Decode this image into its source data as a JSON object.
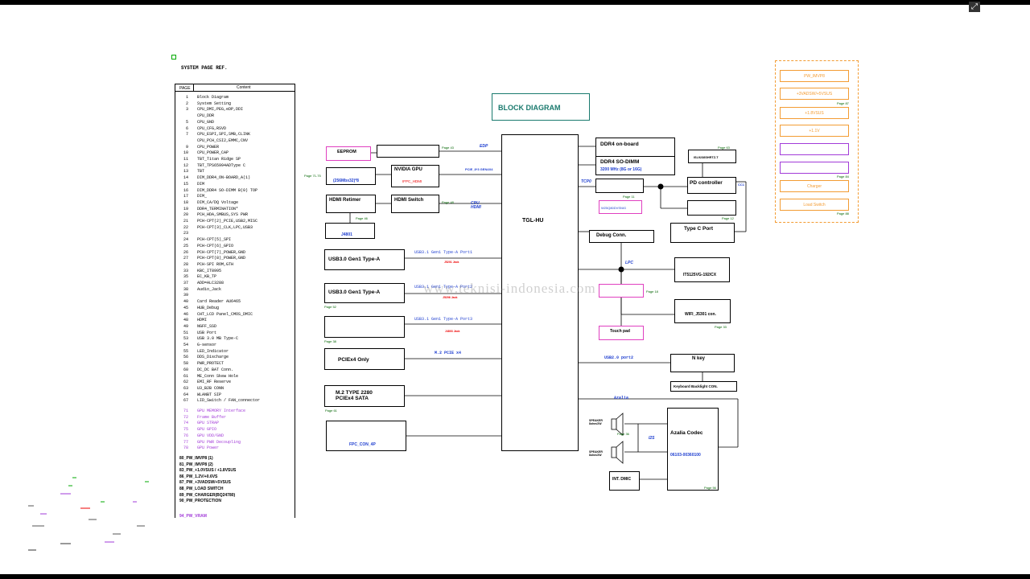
{
  "viewer": {
    "expand_icon": "expand-icon"
  },
  "index": {
    "title": "SYSTEM PAGE REF.",
    "col_page": "PAGE",
    "col_content": "Content",
    "rows": [
      {
        "n": "1",
        "t": "Block Diagram"
      },
      {
        "n": "2",
        "t": "System Setting"
      },
      {
        "n": "3",
        "t": "CPU_DMI,PEG,eDP,DDI"
      },
      {
        "n": "",
        "t": "CPU_DDR"
      },
      {
        "n": "5",
        "t": "CPU_GND"
      },
      {
        "n": "6",
        "t": "CPU_CFG,RSVD"
      },
      {
        "n": "7",
        "t": "CPU_ESPI,SPI,SMB,CLINK"
      },
      {
        "n": "",
        "t": "CPU_PCH_CSI2,EMMC,CNV"
      },
      {
        "n": "9",
        "t": "CPU_POWER"
      },
      {
        "n": "10",
        "t": "CPU_POWER_CAP"
      },
      {
        "n": "11",
        "t": "TBT_Titan Ridge SP"
      },
      {
        "n": "12",
        "t": "TBT_TPS65994ADType C"
      },
      {
        "n": "13",
        "t": "TBT"
      },
      {
        "n": "14",
        "t": "DIM_DDR4_ON-BOARD_A(1)"
      },
      {
        "n": "15",
        "t": "DIM"
      },
      {
        "n": "16",
        "t": "DIM_DDR4 SO-DIMM B(0) TOP"
      },
      {
        "n": "17",
        "t": "DIM_"
      },
      {
        "n": "18",
        "t": "DIM_CA/DQ Voltage"
      },
      {
        "n": "19",
        "t": "DDR4_TERMINATION*"
      },
      {
        "n": "20",
        "t": "PCH_HDA,SMBUS,SYS PWR"
      },
      {
        "n": "21",
        "t": "PCH-CPT(2)_PCIE,USB2,MISC"
      },
      {
        "n": "22",
        "t": "PCH-CPT(3)_CLK,LPC,USB3"
      },
      {
        "n": "23",
        "t": ""
      },
      {
        "n": "24",
        "t": "PCH-CPT(5)_SPI"
      },
      {
        "n": "25",
        "t": "PCH-CPT(6)_GPIO"
      },
      {
        "n": "26",
        "t": "PCH-CPT(7)_POWER,GND"
      },
      {
        "n": "27",
        "t": "PCH-CPT(8)_POWER,GND"
      },
      {
        "n": "28",
        "t": "PCH-SPI ROM,GTH"
      },
      {
        "n": "33",
        "t": "KBC_IT8995"
      },
      {
        "n": "35",
        "t": "EC_KB_TP"
      },
      {
        "n": "37",
        "t": "ADD=ALC3288"
      },
      {
        "n": "38",
        "t": "Audio_Jack"
      },
      {
        "n": "39",
        "t": ""
      },
      {
        "n": "40",
        "t": "Card Reader AU6465"
      },
      {
        "n": "45",
        "t": "HUB_Debug"
      },
      {
        "n": "46",
        "t": "CHT_LCD Panel_CMOS_DMIC"
      },
      {
        "n": "48",
        "t": "HDMI"
      },
      {
        "n": "49",
        "t": "NGFF_SSD"
      },
      {
        "n": "51",
        "t": "USB Port"
      },
      {
        "n": "53",
        "t": "USB 3.0 MB Type-C"
      },
      {
        "n": "54",
        "t": "G-sensor"
      },
      {
        "n": "55",
        "t": "LED_Indicator"
      },
      {
        "n": "56",
        "t": "DDS_Discharge"
      },
      {
        "n": "58",
        "t": "PWR_PROTECT"
      },
      {
        "n": "60",
        "t": "DC_DC BAT Conn."
      },
      {
        "n": "61",
        "t": "ME_Conn Skew Hole"
      },
      {
        "n": "62",
        "t": "EMI_RF Reserve"
      },
      {
        "n": "63",
        "t": "U3_B2B CONN"
      },
      {
        "n": "64",
        "t": "WLANBT SIP"
      },
      {
        "n": "67",
        "t": "LID_Switch / FAN_connector"
      }
    ],
    "gpu_rows": [
      {
        "n": "71",
        "t": "GPU MEMORY Interface"
      },
      {
        "n": "72",
        "t": "Frame Buffer"
      },
      {
        "n": "74",
        "t": "GPU STRAP"
      },
      {
        "n": "75",
        "t": "GPU GPIO"
      },
      {
        "n": "76",
        "t": "GPU VDD/GND"
      },
      {
        "n": "77",
        "t": "GPU PWR Decoupling"
      },
      {
        "n": "78",
        "t": "GPU Power"
      }
    ],
    "pw_rows": [
      "80_PW_IMVP8 (1)",
      "81_PW_IMVP8 (2)",
      "83_PW_+1.0VSUS / +1.8VSUS",
      "86_PW_1.2V/+0.6VS",
      "87_PW_+3VADSW/+5VSUS",
      "88_PW_LOAD SWITCH",
      "89_PW_CHARGER(BQ24780)",
      "90_PW_PROTECTION"
    ],
    "vram_row": "94_PW_VRAM"
  },
  "diagram": {
    "title": "BLOCK DIAGRAM",
    "cpu": "TGL-HU",
    "eeprom": "EEPROM",
    "nvidia": "NVIDIA GPU",
    "vram": "(256Mbx32)*8",
    "ifpc": "IFPC_HDMI",
    "hdmi_retimer": "HDMI Retimer",
    "hdmi_switch": "HDMI Switch",
    "j4801": "J4801",
    "usb1": "USB3.0 Gen1 Type-A",
    "usb2": "USB3.0 Gen1 Type-A",
    "pciex4": "PCIEx4 Only",
    "m2_l1": "M.2 TYPE 2280",
    "m2_l2": "PCIEx4 SATA",
    "fpc": "FPC_CON_4P",
    "edp": "EDP",
    "pcie_gen": "PCIE_8*3 GEN4X4",
    "cpu_hdmi_1": "CPU",
    "cpu_hdmi_2": "HDMI",
    "usb_port1": "USB3.1 Gen1 Type-A Port1",
    "usb_port2": "USB3.1 Gen1 Type-A Port2",
    "usb_port3": "USB3.1 Gen1 Type-A Port3",
    "jack1": "J5201 Jack",
    "jack2": "J5206 Jack",
    "jack3": "J4803 Jack",
    "m2_pcie": "M.2 PCIE x4",
    "ddr4_onboard": "DDR4 on-board",
    "ddr4_sodimm": "DDR4 SO-DIMM",
    "ddr4_speed": "3200 MHz (8G or 16G)",
    "tcp0": "TCP0",
    "w25": "W25Q80DVSNIG",
    "pd": "PD controller",
    "isl": "ISL9238SHRTZ-T",
    "cc1": "CC1",
    "typec": "Type C Port",
    "debug": "Debug Conn.",
    "lpc": "LPC",
    "it5125": "IT5125VG-192/CX",
    "wifi": "WIFI_J5301 con.",
    "touchpad": "Touch pad",
    "usb2_port2": "USB2.0 port2",
    "nkey": "N key",
    "kbd": "Keyboard Backlight CON.",
    "azalia": "Azalia",
    "azalia_codec": "Azalia Codec",
    "codec_num": "06103-00360100",
    "i2s": "I2S",
    "speaker1": "SPEAKER",
    "speaker1b": "8ohm/2W",
    "speaker2": "SPEAKER",
    "speaker2b": "8ohm/2W",
    "int_dmic": "INT. DMIC",
    "watermark": "www.teknisi-indonesia.com"
  },
  "page_refs": {
    "p43": "Page 43",
    "p46": "Page 46",
    "p48": "Page 48",
    "p71": "Page 71-75",
    "p52": "Page 52",
    "p38": "Page 38",
    "p61": "Page 61",
    "p11": "Page 11",
    "p12": "Page 12",
    "p63": "Page 63",
    "p18": "Page 18",
    "p33": "Page 33",
    "p56": "Page 56",
    "p36": "Page 36",
    "p87": "Page 87",
    "p84": "Page 84",
    "p88": "Page 88"
  },
  "power": {
    "imvp8": "PW_IMVP8",
    "v3": "+3VADSW/+5VSUS",
    "v18": "+1.8VSUS",
    "v11": "+1.1V",
    "charger": "Charger",
    "load": "Load Switch"
  },
  "colors": {
    "accent_teal": "#1a7a6e",
    "blue": "#1f3fd0",
    "orange": "#f39c33",
    "magenta": "#e040c0"
  }
}
